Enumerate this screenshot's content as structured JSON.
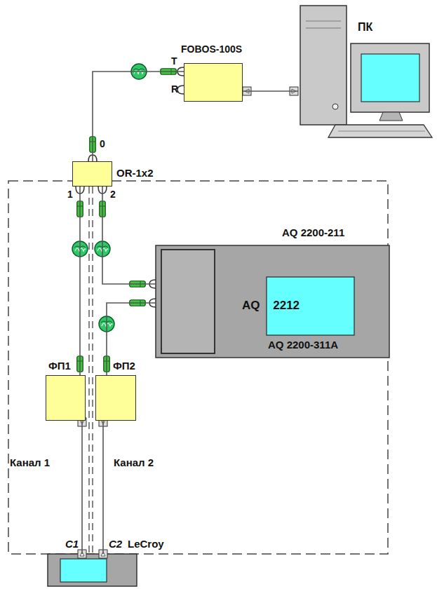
{
  "diagram": {
    "nodes": [
      {
        "text": [
          "ПК"
        ]
      },
      {
        "text": [
          "FOBOS-100S"
        ]
      },
      {
        "text": [
          "OR-1x2"
        ]
      },
      {
        "text": [
          "AQ 2200-211",
          "AQ 2212",
          "AQ 2200-311A"
        ]
      },
      {
        "text": [
          "ФП1"
        ]
      },
      {
        "text": [
          "ФП2"
        ]
      },
      {
        "text": [
          "LeCroy"
        ]
      }
    ],
    "edges": [
      {
        "from": 0,
        "to": 1,
        "arrow": "none"
      },
      {
        "from": 1,
        "to": 2,
        "arrow": "none"
      },
      {
        "from": 2,
        "to": 4,
        "arrow": "none"
      },
      {
        "from": 2,
        "to": 3,
        "arrow": "none"
      },
      {
        "from": 3,
        "to": 5,
        "arrow": "none"
      },
      {
        "from": 4,
        "to": 6,
        "arrow": "none"
      },
      {
        "from": 5,
        "to": 6,
        "arrow": "none"
      }
    ],
    "labels": [
      "T",
      "R",
      "0",
      "1",
      "2",
      "Канал 1",
      "Канал 2",
      "C1",
      "C2"
    ]
  }
}
